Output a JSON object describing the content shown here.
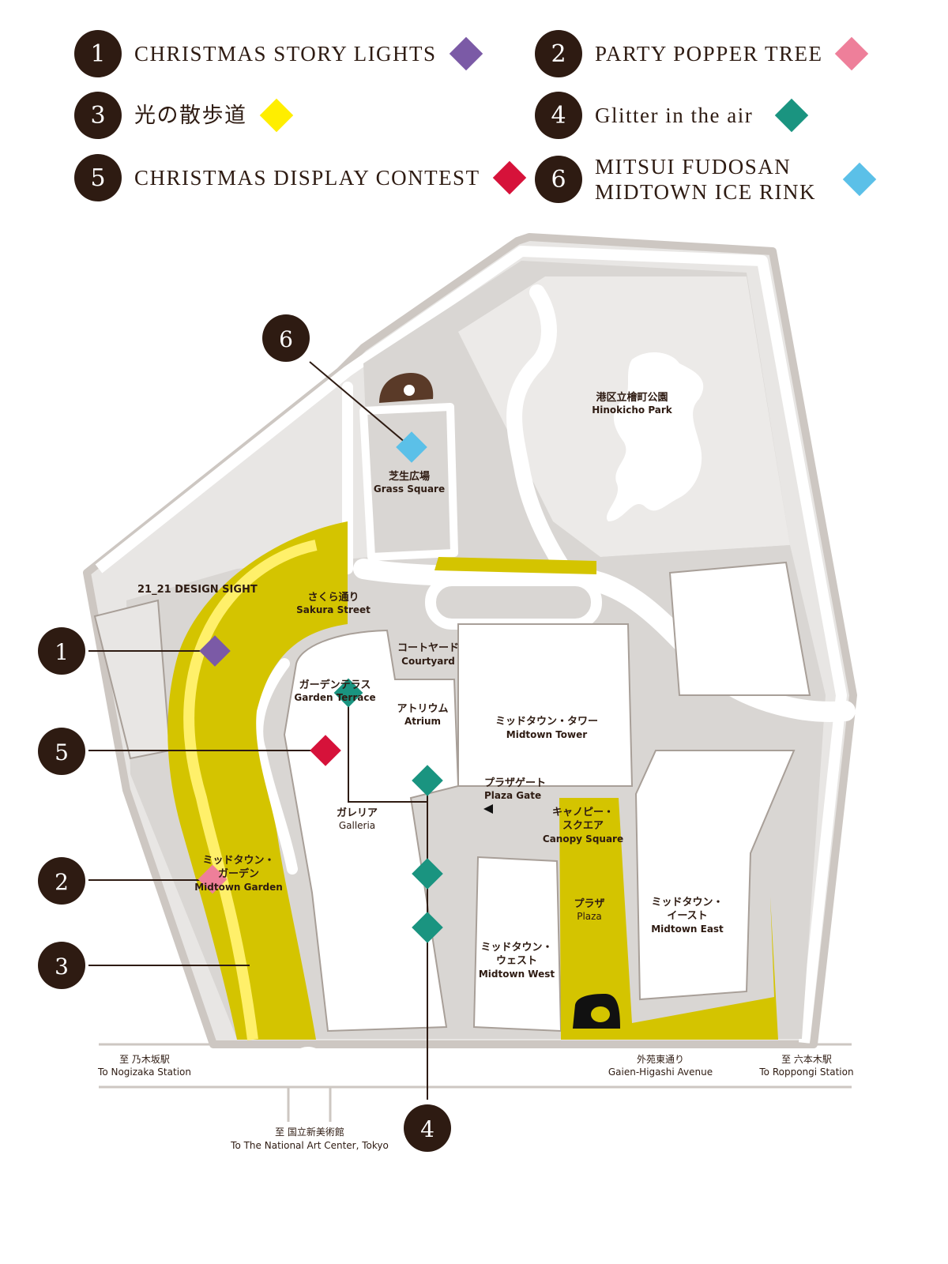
{
  "legend": [
    {
      "num": "1",
      "label": "CHRISTMAS STORY LIGHTS",
      "color": "#7b5aa6"
    },
    {
      "num": "2",
      "label": "PARTY POPPER TREE",
      "color": "#ee7f9a"
    },
    {
      "num": "3",
      "label": "光の散歩道",
      "color": "#ffee00"
    },
    {
      "num": "4",
      "label": "Glitter in the air",
      "color": "#1a9480"
    },
    {
      "num": "5",
      "label": "CHRISTMAS DISPLAY CONTEST",
      "color": "#d6123a"
    },
    {
      "num": "6",
      "label_line1": "MITSUI FUDOSAN",
      "label_line2": "MIDTOWN ICE RINK",
      "color": "#5bc0e8"
    }
  ],
  "markers": {
    "m1": "1",
    "m2": "2",
    "m3": "3",
    "m4": "4",
    "m5": "5",
    "m6": "6"
  },
  "places": {
    "hinokicho_park": {
      "jp": "港区立檜町公園",
      "en": "Hinokicho Park"
    },
    "grass_square": {
      "jp": "芝生広場",
      "en": "Grass Square"
    },
    "design_sight": {
      "en": "21_21 DESIGN SIGHT"
    },
    "sakura_street": {
      "jp": "さくら通り",
      "en": "Sakura Street"
    },
    "courtyard": {
      "jp": "コートヤード",
      "en": "Courtyard"
    },
    "garden_terrace": {
      "jp": "ガーデンテラス",
      "en": "Garden Terrace"
    },
    "atrium": {
      "jp": "アトリウム",
      "en": "Atrium"
    },
    "midtown_tower": {
      "jp": "ミッドタウン・タワー",
      "en": "Midtown Tower"
    },
    "plaza_gate": {
      "jp": "プラザゲート",
      "en": "Plaza Gate"
    },
    "galleria": {
      "jp": "ガレリア",
      "en": "Galleria"
    },
    "canopy_square": {
      "jp1": "キャノピー・",
      "jp2": "スクエア",
      "en": "Canopy Square"
    },
    "midtown_garden": {
      "jp1": "ミッドタウン・",
      "jp2": "ガーデン",
      "en": "Midtown Garden"
    },
    "plaza": {
      "jp": "プラザ",
      "en": "Plaza"
    },
    "midtown_east": {
      "jp1": "ミッドタウン・",
      "jp2": "イースト",
      "en": "Midtown East"
    },
    "midtown_west": {
      "jp1": "ミッドタウン・",
      "jp2": "ウェスト",
      "en": "Midtown West"
    }
  },
  "roads": {
    "nogizaka": {
      "jp": "至 乃木坂駅",
      "en": "To Nogizaka Station"
    },
    "gaien": {
      "jp": "外苑東通り",
      "en": "Gaien-Higashi Avenue"
    },
    "roppongi": {
      "jp": "至 六本木駅",
      "en": "To Roppongi Station"
    },
    "nact": {
      "jp": "至 国立新美術館",
      "en": "To The National Art Center, Tokyo"
    }
  }
}
